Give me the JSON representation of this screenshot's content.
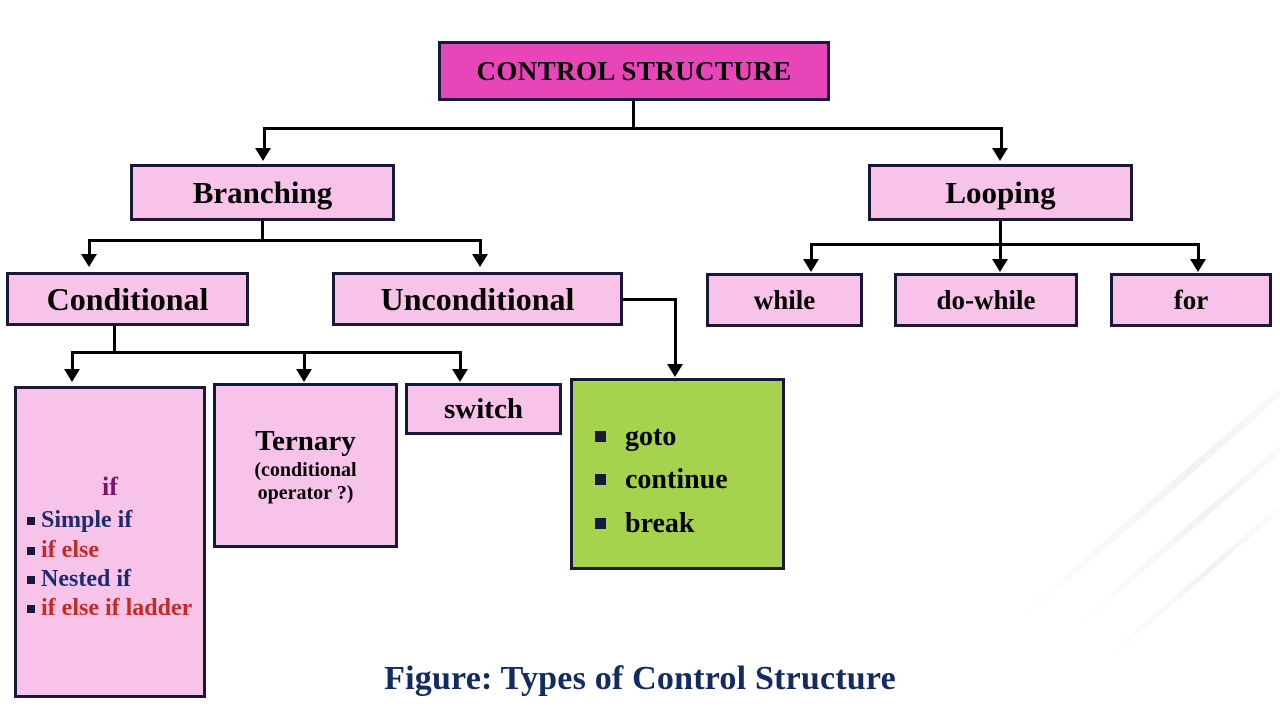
{
  "figure": {
    "caption": "Figure: Types of Control Structure",
    "title": "CONTROL STRUCTURE"
  },
  "colors": {
    "title_fill": "#E845B8",
    "node_fill": "#F7C3E8",
    "jump_fill": "#A6D34E",
    "border": "#17183C",
    "caption_text": "#132B63",
    "heading_purple": "#7B1469",
    "navy_text": "#1C2C6B",
    "red_text": "#C62A22",
    "connector": "#000000",
    "background": "#FFFFFF"
  },
  "nodes": {
    "root": "CONTROL STRUCTURE",
    "branching": "Branching",
    "looping": "Looping",
    "conditional": "Conditional",
    "unconditional": "Unconditional",
    "while": "while",
    "do_while": "do-while",
    "for": "for",
    "switch": "switch",
    "ternary_main": "Ternary",
    "ternary_sub": "(conditional operator ?)"
  },
  "if_box": {
    "heading": "if",
    "items": [
      {
        "label": "Simple if",
        "color_role": "navy"
      },
      {
        "label": "if else",
        "color_role": "red"
      },
      {
        "label": "Nested if",
        "color_role": "navy"
      },
      {
        "label": "if else if ladder",
        "color_role": "red"
      }
    ]
  },
  "jump_box": {
    "items": [
      "goto",
      "continue",
      "break"
    ]
  }
}
